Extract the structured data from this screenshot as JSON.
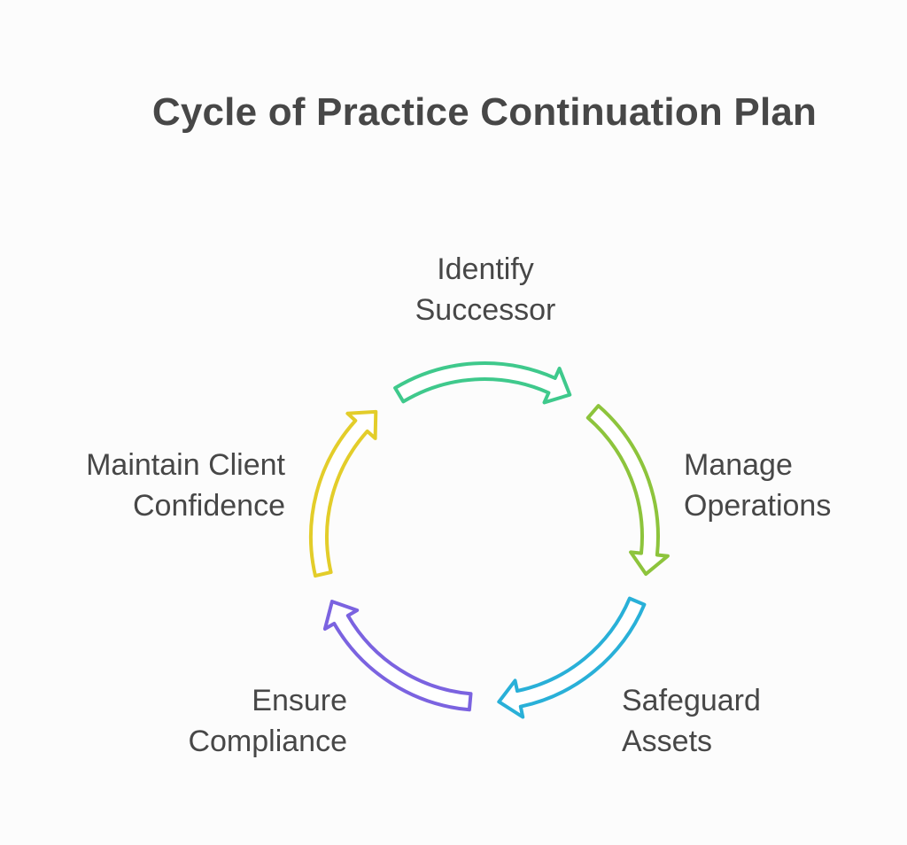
{
  "title": "Cycle of Practice Continuation Plan",
  "steps": [
    {
      "line1": "Identify",
      "line2": "Successor",
      "color": "#3fc98c"
    },
    {
      "line1": "Manage",
      "line2": "Operations",
      "color": "#8dc43c"
    },
    {
      "line1": "Safeguard",
      "line2": "Assets",
      "color": "#29b0d8"
    },
    {
      "line1": "Ensure",
      "line2": "Compliance",
      "color": "#7b63e0"
    },
    {
      "line1": "Maintain Client",
      "line2": "Confidence",
      "color": "#e3cd2a"
    }
  ],
  "text_color": "#474747",
  "background": "#fcfcfc"
}
